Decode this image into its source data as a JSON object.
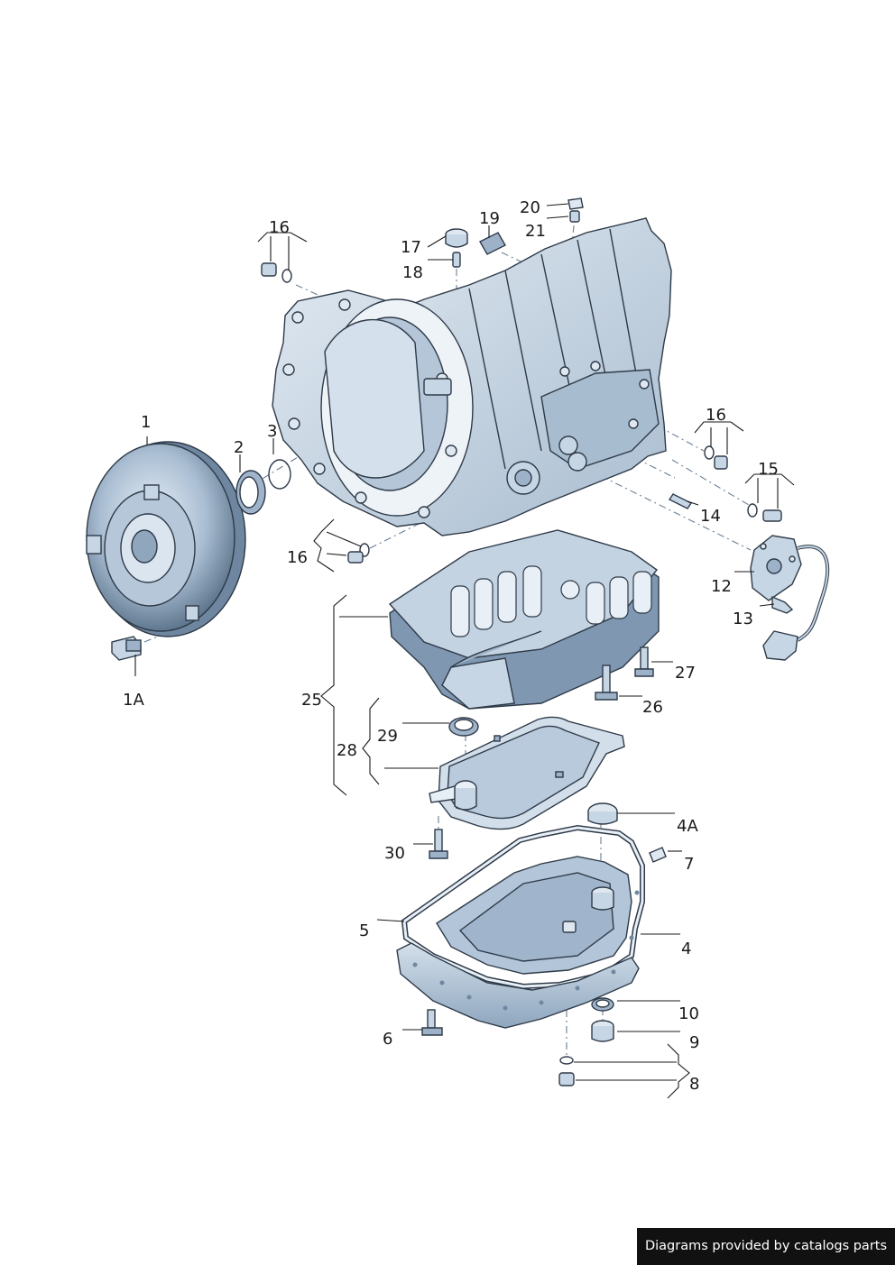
{
  "callouts": {
    "c1": "1",
    "c1a": "1A",
    "c2": "2",
    "c3": "3",
    "c4": "4",
    "c4a": "4A",
    "c5": "5",
    "c6": "6",
    "c7": "7",
    "c8": "8",
    "c9": "9",
    "c10": "10",
    "c12": "12",
    "c13": "13",
    "c14": "14",
    "c15": "15",
    "c16a": "16",
    "c16b": "16",
    "c16c": "16",
    "c17": "17",
    "c18": "18",
    "c19": "19",
    "c20": "20",
    "c21": "21",
    "c25": "25",
    "c26": "26",
    "c27": "27",
    "c28": "28",
    "c29": "29",
    "c30": "30"
  },
  "credit": "Diagrams provided by catalogs parts",
  "colors": {
    "part_fill": "#c7d6e5",
    "part_shadow": "#6f87a1",
    "outline": "#2e3a48",
    "background": "#ffffff"
  }
}
